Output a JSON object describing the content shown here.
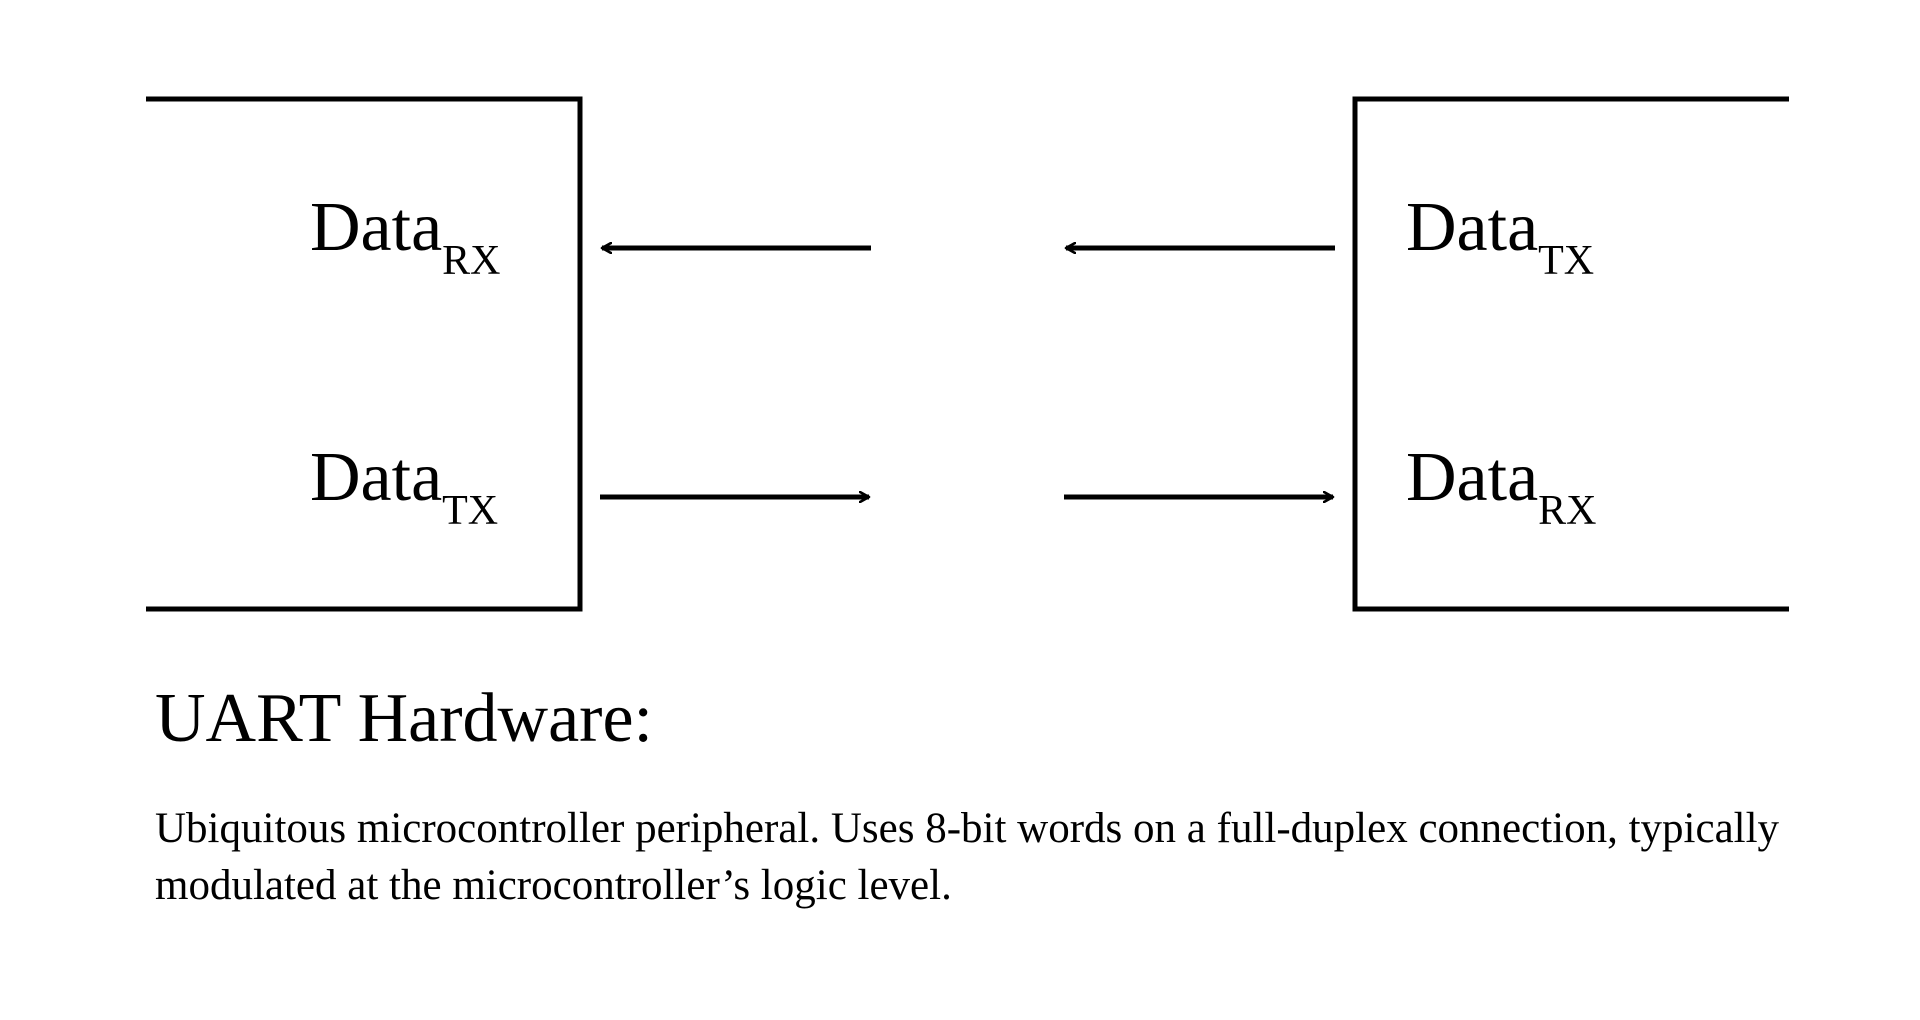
{
  "diagram": {
    "left_device": {
      "ports": [
        {
          "base": "Data",
          "sub": "RX"
        },
        {
          "base": "Data",
          "sub": "TX"
        }
      ]
    },
    "right_device": {
      "ports": [
        {
          "base": "Data",
          "sub": "TX"
        },
        {
          "base": "Data",
          "sub": "RX"
        }
      ]
    }
  },
  "heading": "UART Hardware:",
  "description": "Ubiquitous microcontroller peripheral. Uses 8-bit words on a full-duplex connection, typically modulated at the microcontroller’s logic level.",
  "colors": {
    "ink": "#000000",
    "background": "#ffffff"
  }
}
